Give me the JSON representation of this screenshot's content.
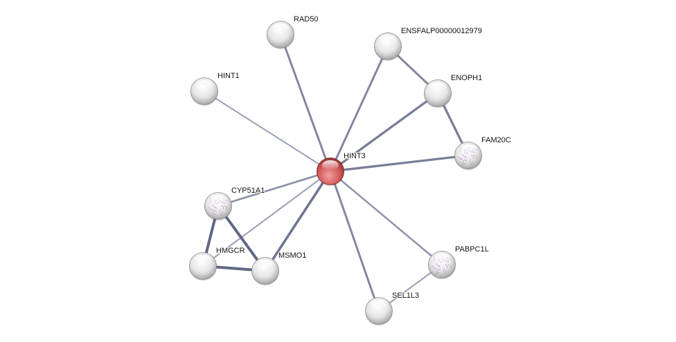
{
  "network": {
    "center_node": "HINT3",
    "colors": {
      "center": "#d45a5a",
      "node": "#e8e8e8",
      "edge_strong": "#5c6480",
      "edge_weak": "#b8bccb",
      "structure": "#b070c8"
    },
    "nodes": [
      {
        "id": "HINT3",
        "label": "HINT3",
        "query": true
      },
      {
        "id": "RAD50",
        "label": "RAD50"
      },
      {
        "id": "ENSFALP00000012979",
        "label": "ENSFALP00000012979"
      },
      {
        "id": "HINT1",
        "label": "HINT1"
      },
      {
        "id": "ENOPH1",
        "label": "ENOPH1"
      },
      {
        "id": "FAM20C",
        "label": "FAM20C",
        "structure": true
      },
      {
        "id": "CYP51A1",
        "label": "CYP51A1",
        "structure": true
      },
      {
        "id": "HMGCR",
        "label": "HMGCR"
      },
      {
        "id": "MSMO1",
        "label": "MSMO1"
      },
      {
        "id": "PABPC1L",
        "label": "PABPC1L",
        "structure": true
      },
      {
        "id": "SEL1L3",
        "label": "SEL1L3"
      }
    ],
    "edges": [
      {
        "source": "HINT3",
        "target": "RAD50",
        "strength": 0.6
      },
      {
        "source": "HINT3",
        "target": "ENSFALP00000012979",
        "strength": 0.6
      },
      {
        "source": "HINT3",
        "target": "HINT1",
        "strength": 0.3
      },
      {
        "source": "HINT3",
        "target": "ENOPH1",
        "strength": 0.7
      },
      {
        "source": "HINT3",
        "target": "FAM20C",
        "strength": 0.7
      },
      {
        "source": "HINT3",
        "target": "CYP51A1",
        "strength": 0.5
      },
      {
        "source": "HINT3",
        "target": "HMGCR",
        "strength": 0.3
      },
      {
        "source": "HINT3",
        "target": "MSMO1",
        "strength": 0.8
      },
      {
        "source": "HINT3",
        "target": "SEL1L3",
        "strength": 0.6
      },
      {
        "source": "HINT3",
        "target": "PABPC1L",
        "strength": 0.45
      },
      {
        "source": "ENSFALP00000012979",
        "target": "ENOPH1",
        "strength": 0.6
      },
      {
        "source": "ENOPH1",
        "target": "FAM20C",
        "strength": 0.7
      },
      {
        "source": "CYP51A1",
        "target": "HMGCR",
        "strength": 0.95
      },
      {
        "source": "CYP51A1",
        "target": "MSMO1",
        "strength": 0.95
      },
      {
        "source": "HMGCR",
        "target": "MSMO1",
        "strength": 0.95
      },
      {
        "source": "PABPC1L",
        "target": "SEL1L3",
        "strength": 0.3
      }
    ]
  }
}
